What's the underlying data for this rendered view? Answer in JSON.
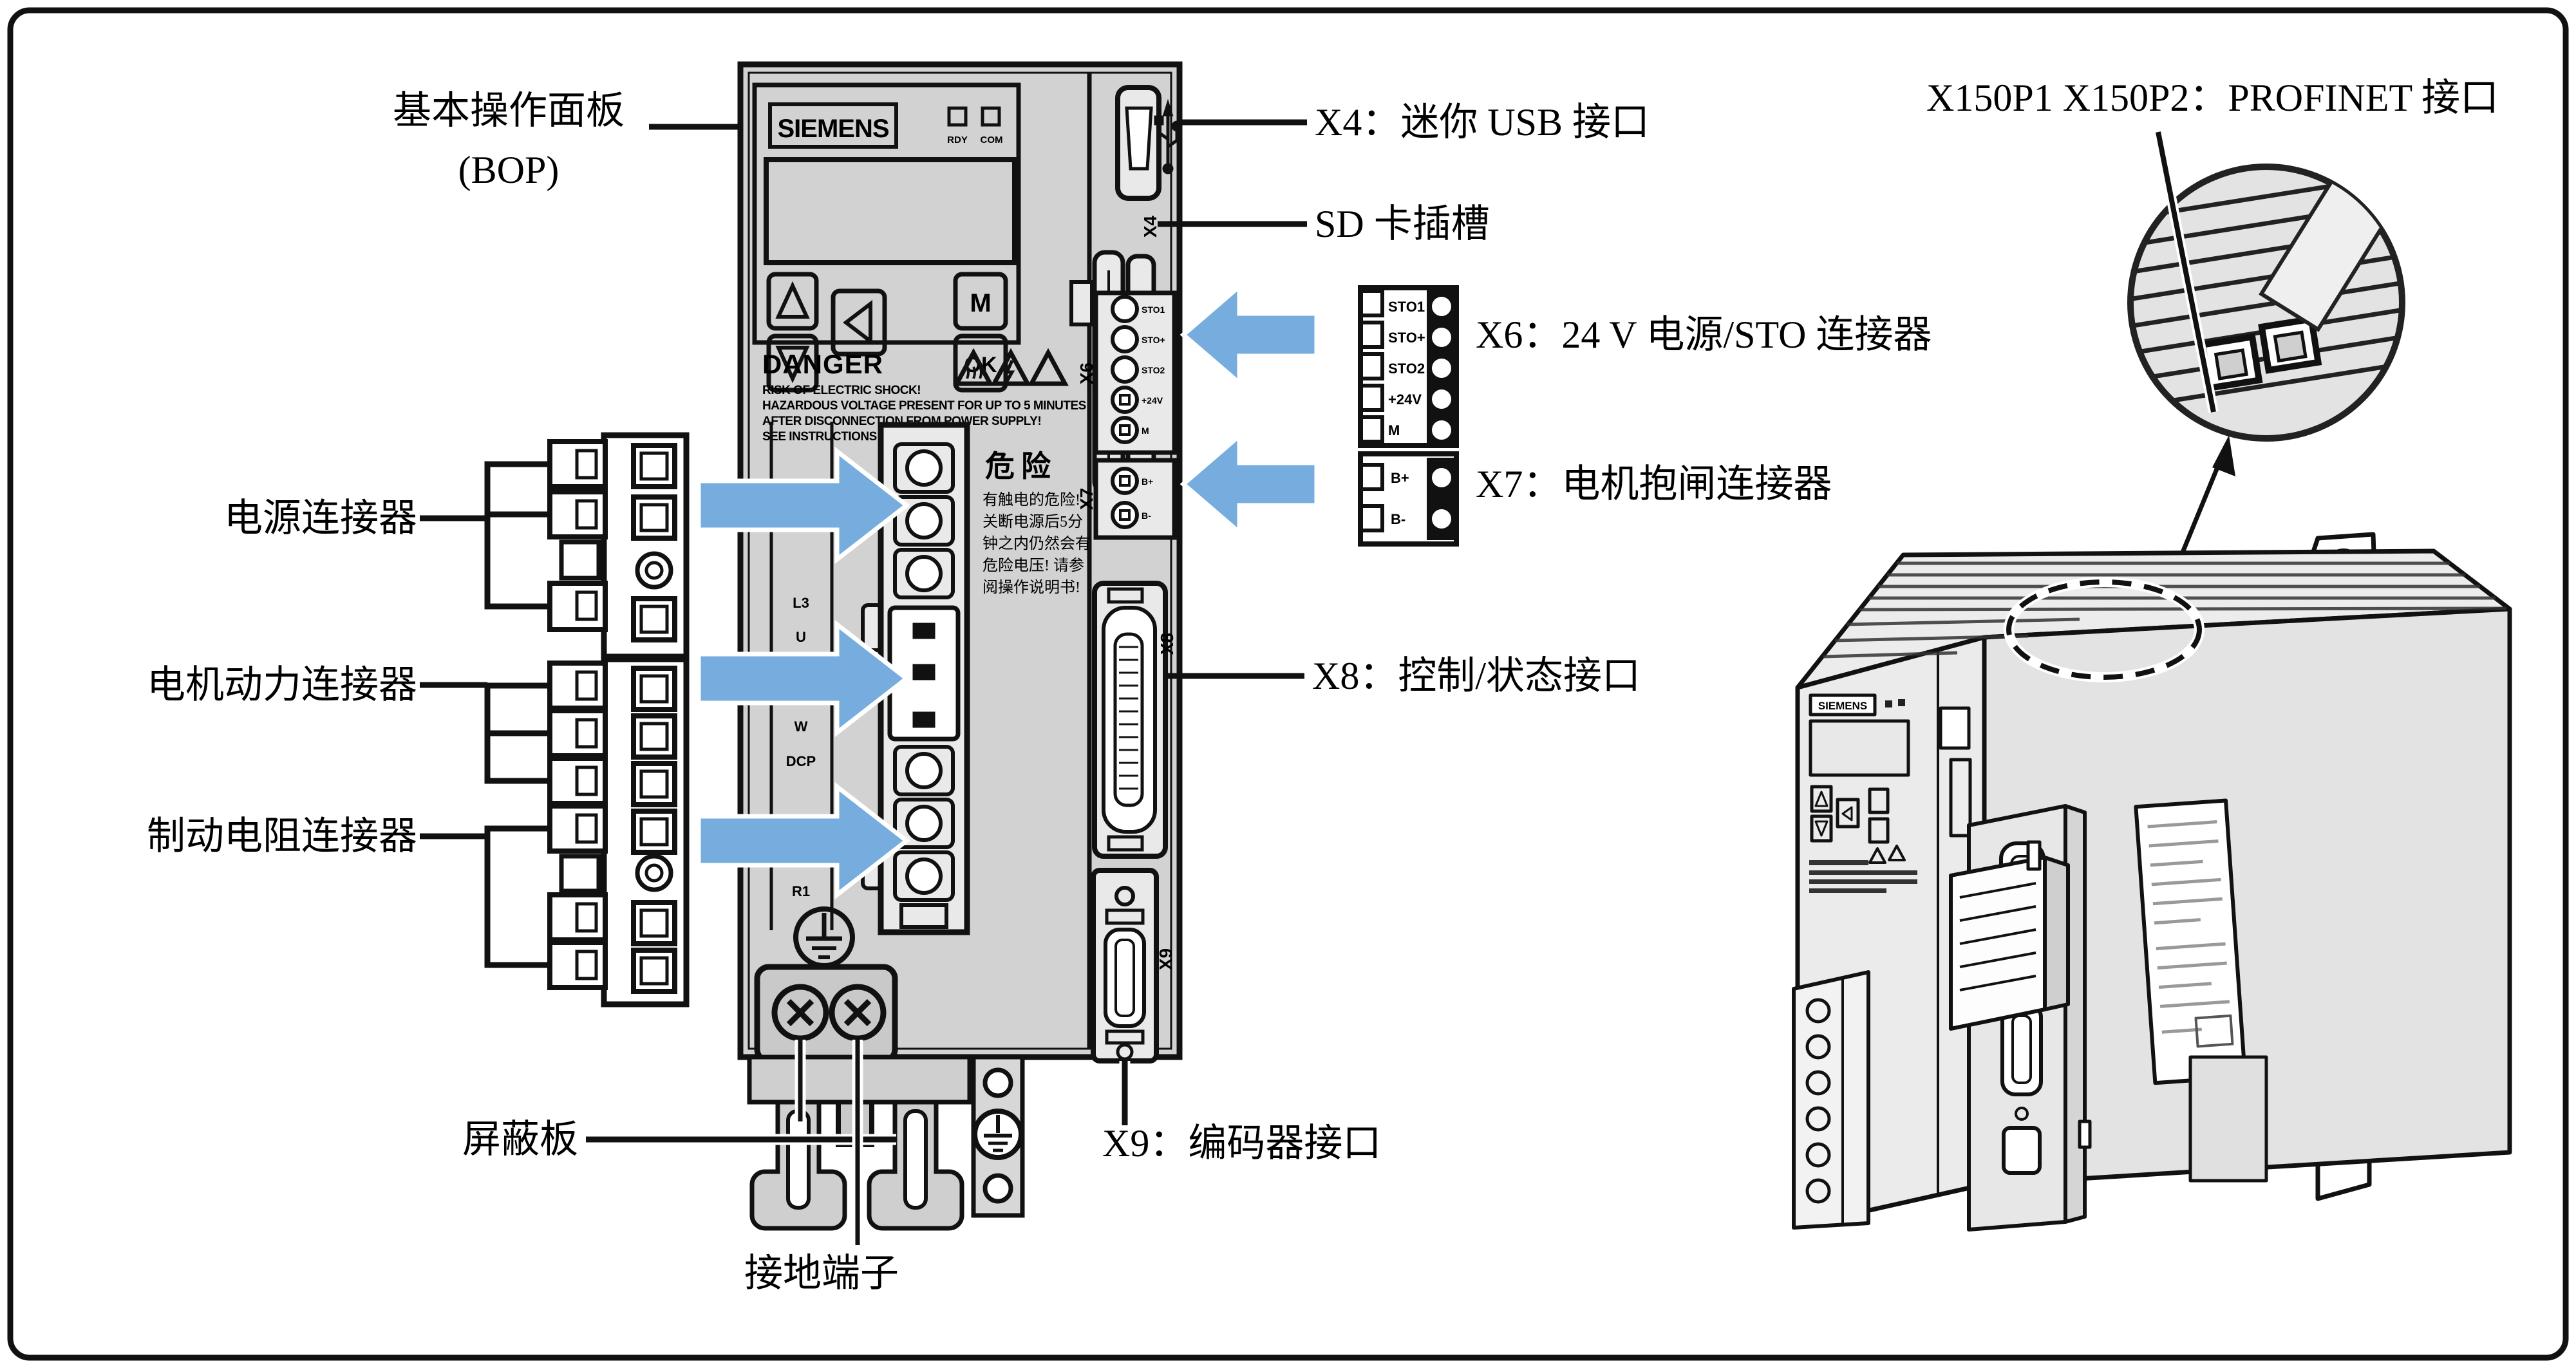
{
  "labels": {
    "bop_line1": "基本操作面板",
    "bop_line2": "(BOP)",
    "power": "电源连接器",
    "motor": "电机动力连接器",
    "brake": "制动电阻连接器",
    "shield": "屏蔽板",
    "ground": "接地端子",
    "x4": "X4：迷你 USB 接口",
    "sd": "SD 卡插槽",
    "x6": "X6：24 V 电源/STO 连接器",
    "x7": "X7：电机抱闸连接器",
    "x8": "X8：控制/状态接口",
    "x9": "X9：编码器接口",
    "x150": "X150P1 X150P2：PROFINET 接口"
  },
  "bop": {
    "brand": "SIEMENS",
    "btn_m": "M",
    "btn_ok": "OK",
    "led1": "RDY",
    "led2": "COM"
  },
  "danger_en": {
    "title": "DANGER",
    "lines": [
      "RISK OF ELECTRIC SHOCK!",
      "HAZARDOUS VOLTAGE PRESENT FOR UP TO 5 MINUTES",
      "AFTER DISCONNECTION FROM POWER SUPPLY!",
      "SEE INSTRUCTIONS!"
    ]
  },
  "danger_cn": {
    "title": "危险",
    "lines": [
      "有触电的危险!",
      "关断电源后5分",
      "钟之内仍然会有",
      "危险电压! 请参",
      "阅操作说明书!"
    ]
  },
  "terminals": {
    "l3": "L3",
    "u": "U",
    "w": "W",
    "dcp": "DCP",
    "r1": "R1"
  },
  "connectors": {
    "x4": "X4",
    "x6": "X6",
    "x7": "X7",
    "x8": "X8",
    "x9": "X9",
    "x6_pins": [
      "STO1",
      "STO+",
      "STO2",
      "+24V",
      "M"
    ],
    "x7_pins": [
      "B+",
      "B-"
    ]
  },
  "colors": {
    "arrow_blue": "#76ACDE",
    "body_gray": "#d2d2d2",
    "line_black": "#111111"
  }
}
